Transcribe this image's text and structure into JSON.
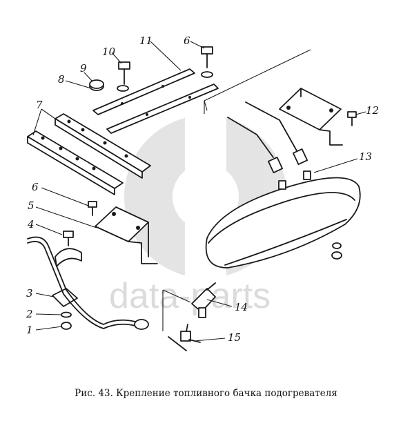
{
  "figure": {
    "caption": "Рис. 43. Крепление топливного бачка подогревателя",
    "watermark": "data-parts",
    "callouts": [
      {
        "id": "c1",
        "label": "1"
      },
      {
        "id": "c2",
        "label": "2"
      },
      {
        "id": "c3",
        "label": "3"
      },
      {
        "id": "c4",
        "label": "4"
      },
      {
        "id": "c5",
        "label": "5"
      },
      {
        "id": "c6a",
        "label": "6"
      },
      {
        "id": "c6b",
        "label": "6"
      },
      {
        "id": "c7",
        "label": "7"
      },
      {
        "id": "c8",
        "label": "8"
      },
      {
        "id": "c9",
        "label": "9"
      },
      {
        "id": "c10",
        "label": "10"
      },
      {
        "id": "c11",
        "label": "11"
      },
      {
        "id": "c12",
        "label": "12"
      },
      {
        "id": "c13",
        "label": "13"
      },
      {
        "id": "c14",
        "label": "14"
      },
      {
        "id": "c15",
        "label": "15"
      }
    ]
  }
}
